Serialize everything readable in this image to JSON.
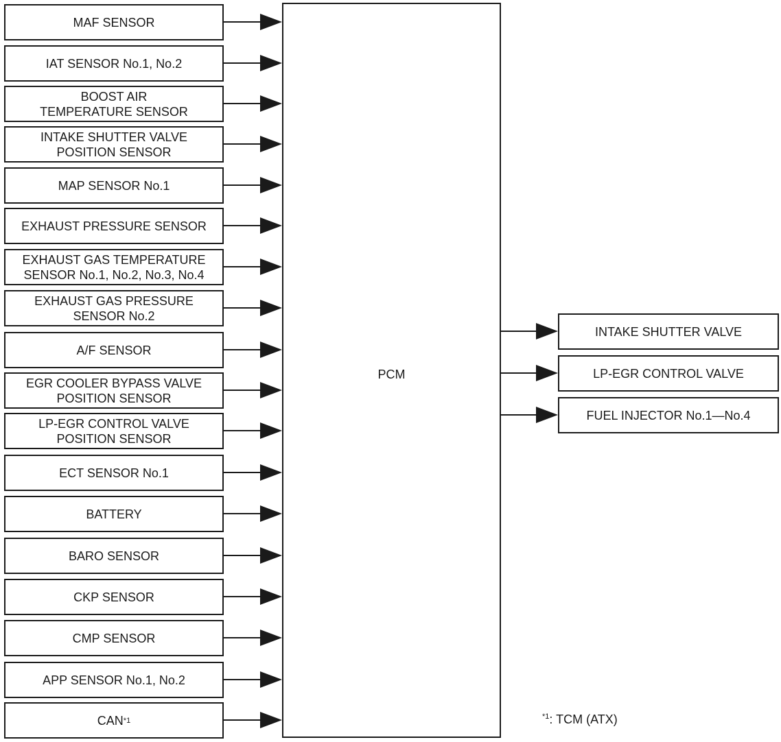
{
  "diagram": {
    "controller": "PCM",
    "inputs": [
      {
        "label": "MAF SENSOR"
      },
      {
        "label": "IAT SENSOR No.1, No.2"
      },
      {
        "label": "BOOST AIR\nTEMPERATURE SENSOR"
      },
      {
        "label": "INTAKE SHUTTER VALVE\nPOSITION SENSOR"
      },
      {
        "label": "MAP SENSOR No.1"
      },
      {
        "label": "EXHAUST PRESSURE SENSOR"
      },
      {
        "label": "EXHAUST GAS TEMPERATURE\nSENSOR No.1, No.2, No.3, No.4"
      },
      {
        "label": "EXHAUST GAS PRESSURE\nSENSOR No.2"
      },
      {
        "label": "A/F SENSOR"
      },
      {
        "label": "EGR COOLER BYPASS VALVE\nPOSITION SENSOR"
      },
      {
        "label": "LP-EGR CONTROL VALVE\nPOSITION SENSOR"
      },
      {
        "label": "ECT SENSOR No.1"
      },
      {
        "label": "BATTERY"
      },
      {
        "label": "BARO SENSOR"
      },
      {
        "label": "CKP SENSOR"
      },
      {
        "label": "CMP SENSOR"
      },
      {
        "label": "APP SENSOR No.1, No.2"
      },
      {
        "label": "CAN",
        "note_mark": "*1"
      }
    ],
    "outputs": [
      {
        "label": "INTAKE SHUTTER VALVE"
      },
      {
        "label": "LP-EGR CONTROL VALVE"
      },
      {
        "label": "FUEL INJECTOR No.1—No.4"
      }
    ],
    "footnote": {
      "mark": "*1",
      "text": ": TCM (ATX)"
    }
  }
}
